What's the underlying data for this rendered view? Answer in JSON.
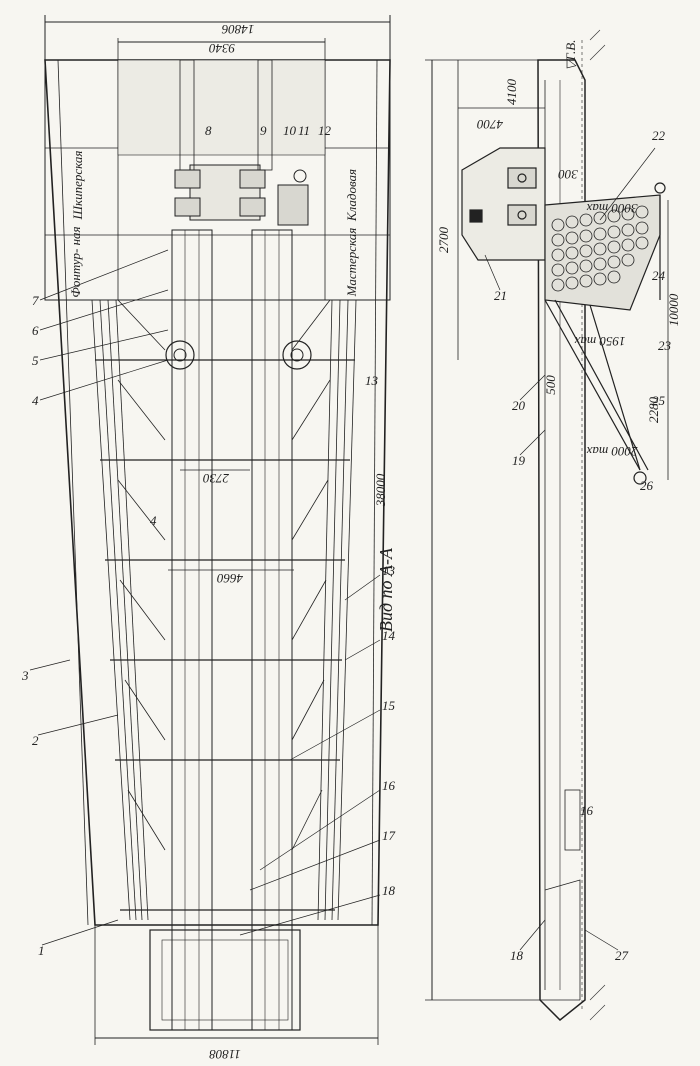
{
  "plan": {
    "dimensions": {
      "overall_width_top": "14806",
      "inner_width_top": "9340",
      "overall_width_bottom": "11808",
      "gap_2730": "2730",
      "gap_4660": "4660",
      "length": "38000"
    },
    "rooms": {
      "skipper": "Шкиперская",
      "pantry": "Кладовая",
      "fitting": "Фонтур-\nная",
      "workshop": "Мастерская"
    },
    "callouts": [
      "1",
      "2",
      "3",
      "4",
      "4",
      "5",
      "6",
      "7",
      "8",
      "9",
      "10",
      "11",
      "12",
      "13",
      "13",
      "14",
      "15",
      "16",
      "17",
      "18"
    ]
  },
  "section": {
    "title": "Вид по А-А",
    "dimensions": {
      "d4100": "4100",
      "d4700": "4700",
      "d300": "300",
      "d3000max": "3000 max",
      "d2700": "2700",
      "d10000": "10000",
      "d1950max": "1950 max",
      "d2280": "2280",
      "d2000max": "2000 max",
      "d500": "500",
      "water_level": "▽Г.В."
    },
    "callouts": [
      "16",
      "18",
      "19",
      "20",
      "21",
      "22",
      "23",
      "24",
      "25",
      "26",
      "27"
    ]
  },
  "colors": {
    "ink": "#222222",
    "paper": "#f7f6f1"
  }
}
